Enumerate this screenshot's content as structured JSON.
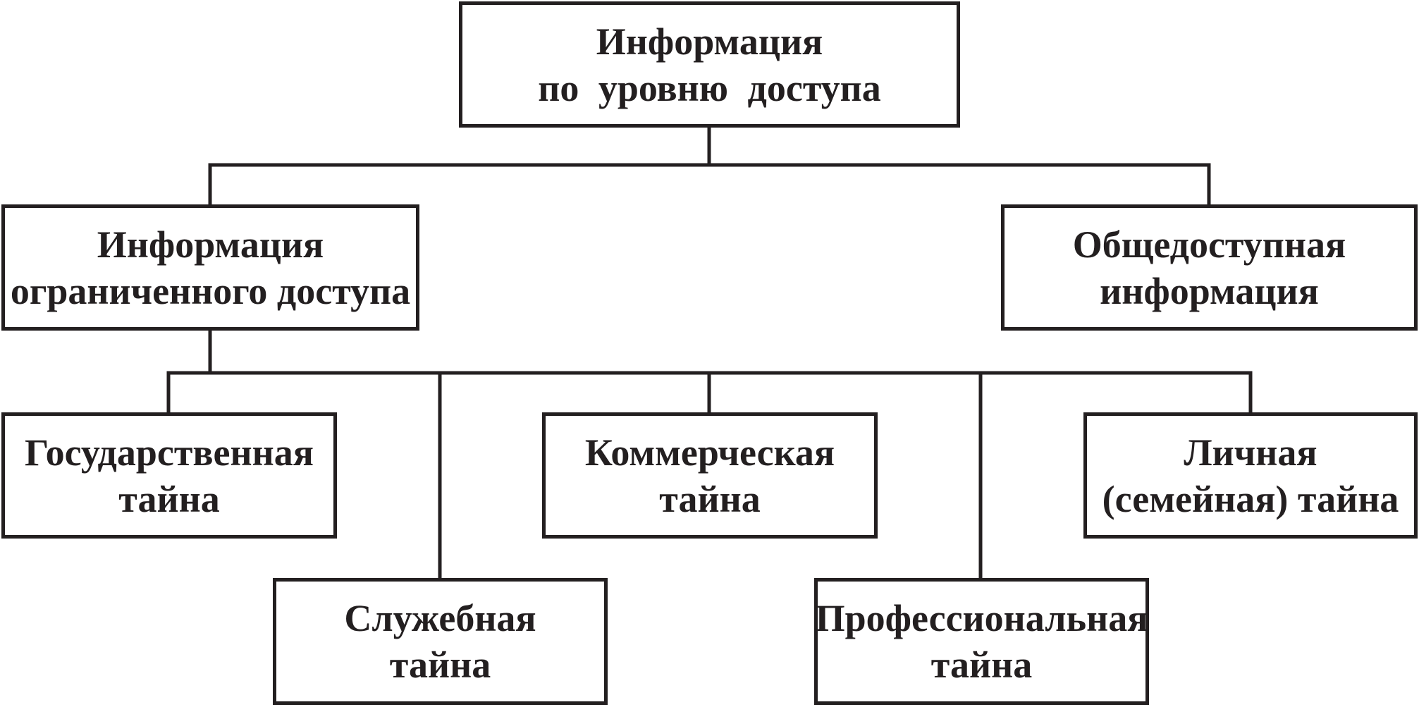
{
  "diagram": {
    "root": {
      "line1": "Информация",
      "line2": "по уровню доступа"
    },
    "limited": {
      "line1": "Информация",
      "line2": "ограниченного доступа"
    },
    "public": {
      "line1": "Общедоступная",
      "line2": "информация"
    },
    "state_secret": {
      "line1": "Государственная",
      "line2": "тайна"
    },
    "service_secret": {
      "line1": "Служебная",
      "line2": "тайна"
    },
    "commercial_secret": {
      "line1": "Коммерческая",
      "line2": "тайна"
    },
    "professional_secret": {
      "line1": "Профессиональная",
      "line2": "тайна"
    },
    "personal_secret": {
      "line1": "Личная",
      "line2": "(семейная) тайна"
    }
  },
  "colors": {
    "stroke": "#231f20",
    "background": "#ffffff"
  }
}
